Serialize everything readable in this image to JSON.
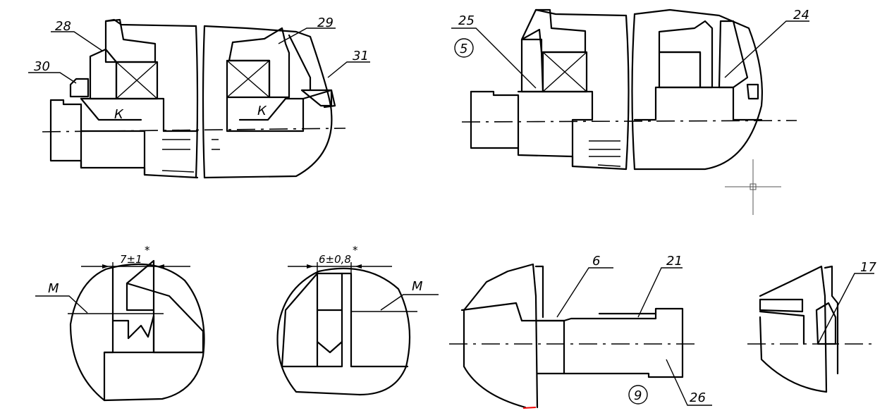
{
  "labels": {
    "p28": "28",
    "p29": "29",
    "p30": "30",
    "p31": "31",
    "p25": "25",
    "p24": "24",
    "p21": "21",
    "p26": "26",
    "p17": "17",
    "p6": "6",
    "k1": "К",
    "k2": "К",
    "m1": "М",
    "m2": "М",
    "circle5": "5",
    "circle9": "9",
    "dim1": "7±1",
    "dim2": "6±0,8",
    "star": "*"
  }
}
